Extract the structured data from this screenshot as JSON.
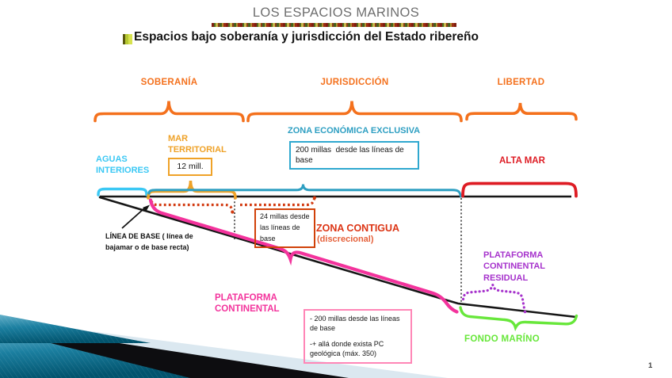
{
  "slide": {
    "title": "LOS ESPACIOS MARINOS",
    "subtitle": "Espacios bajo soberanía y jurisdicción del Estado ribereño",
    "page_number": "1"
  },
  "icons": {
    "subtitle_bullet": "green-square-bullet"
  },
  "regions": {
    "soberania": "SOBERANÍA",
    "jurisdiccion": "JURISDICCIÓN",
    "libertad": "LIBERTAD"
  },
  "zones": {
    "aguas_interiores": {
      "label": "AGUAS INTERIORES"
    },
    "mar_territorial": {
      "label": "MAR TERRITORIAL",
      "box_label": "12 mill."
    },
    "zee": {
      "label": "ZONA ECONÓMICA EXCLUSIVA",
      "box_text": "200 millas  desde las líneas de base"
    },
    "alta_mar": {
      "label": "ALTA MAR"
    },
    "linea_de_base": {
      "label": "LÍNEA DE BASE ( línea de bajamar o de base recta)"
    },
    "zona_contigua": {
      "label": "ZONA CONTIGUA",
      "sublabel": "(discrecional)",
      "box_text": "24 millas desde las líneas de base"
    },
    "plataforma_continental": {
      "label": "PLATAFORMA CONTINENTAL",
      "box_line1": "- 200 millas desde las líneas de base",
      "box_line2": "-+ allá donde exista PC geológica (máx. 350)"
    },
    "plataforma_residual": {
      "label": "PLATAFORMA CONTINENTAL RESIDUAL"
    },
    "fondo_marino": {
      "label": "FONDO MARÍNO"
    }
  },
  "colors": {
    "region_orange": "#F4711D",
    "mar_territorial_amber": "#EFA228",
    "aguas_cyan": "#3BC8F4",
    "zee_teal": "#2E9FC2",
    "alta_mar_red": "#DE1C24",
    "zona_contigua_red": "#D23A10",
    "plataforma_pink": "#F3339C",
    "residual_purple": "#A632CC",
    "fondo_green": "#68E73B"
  }
}
